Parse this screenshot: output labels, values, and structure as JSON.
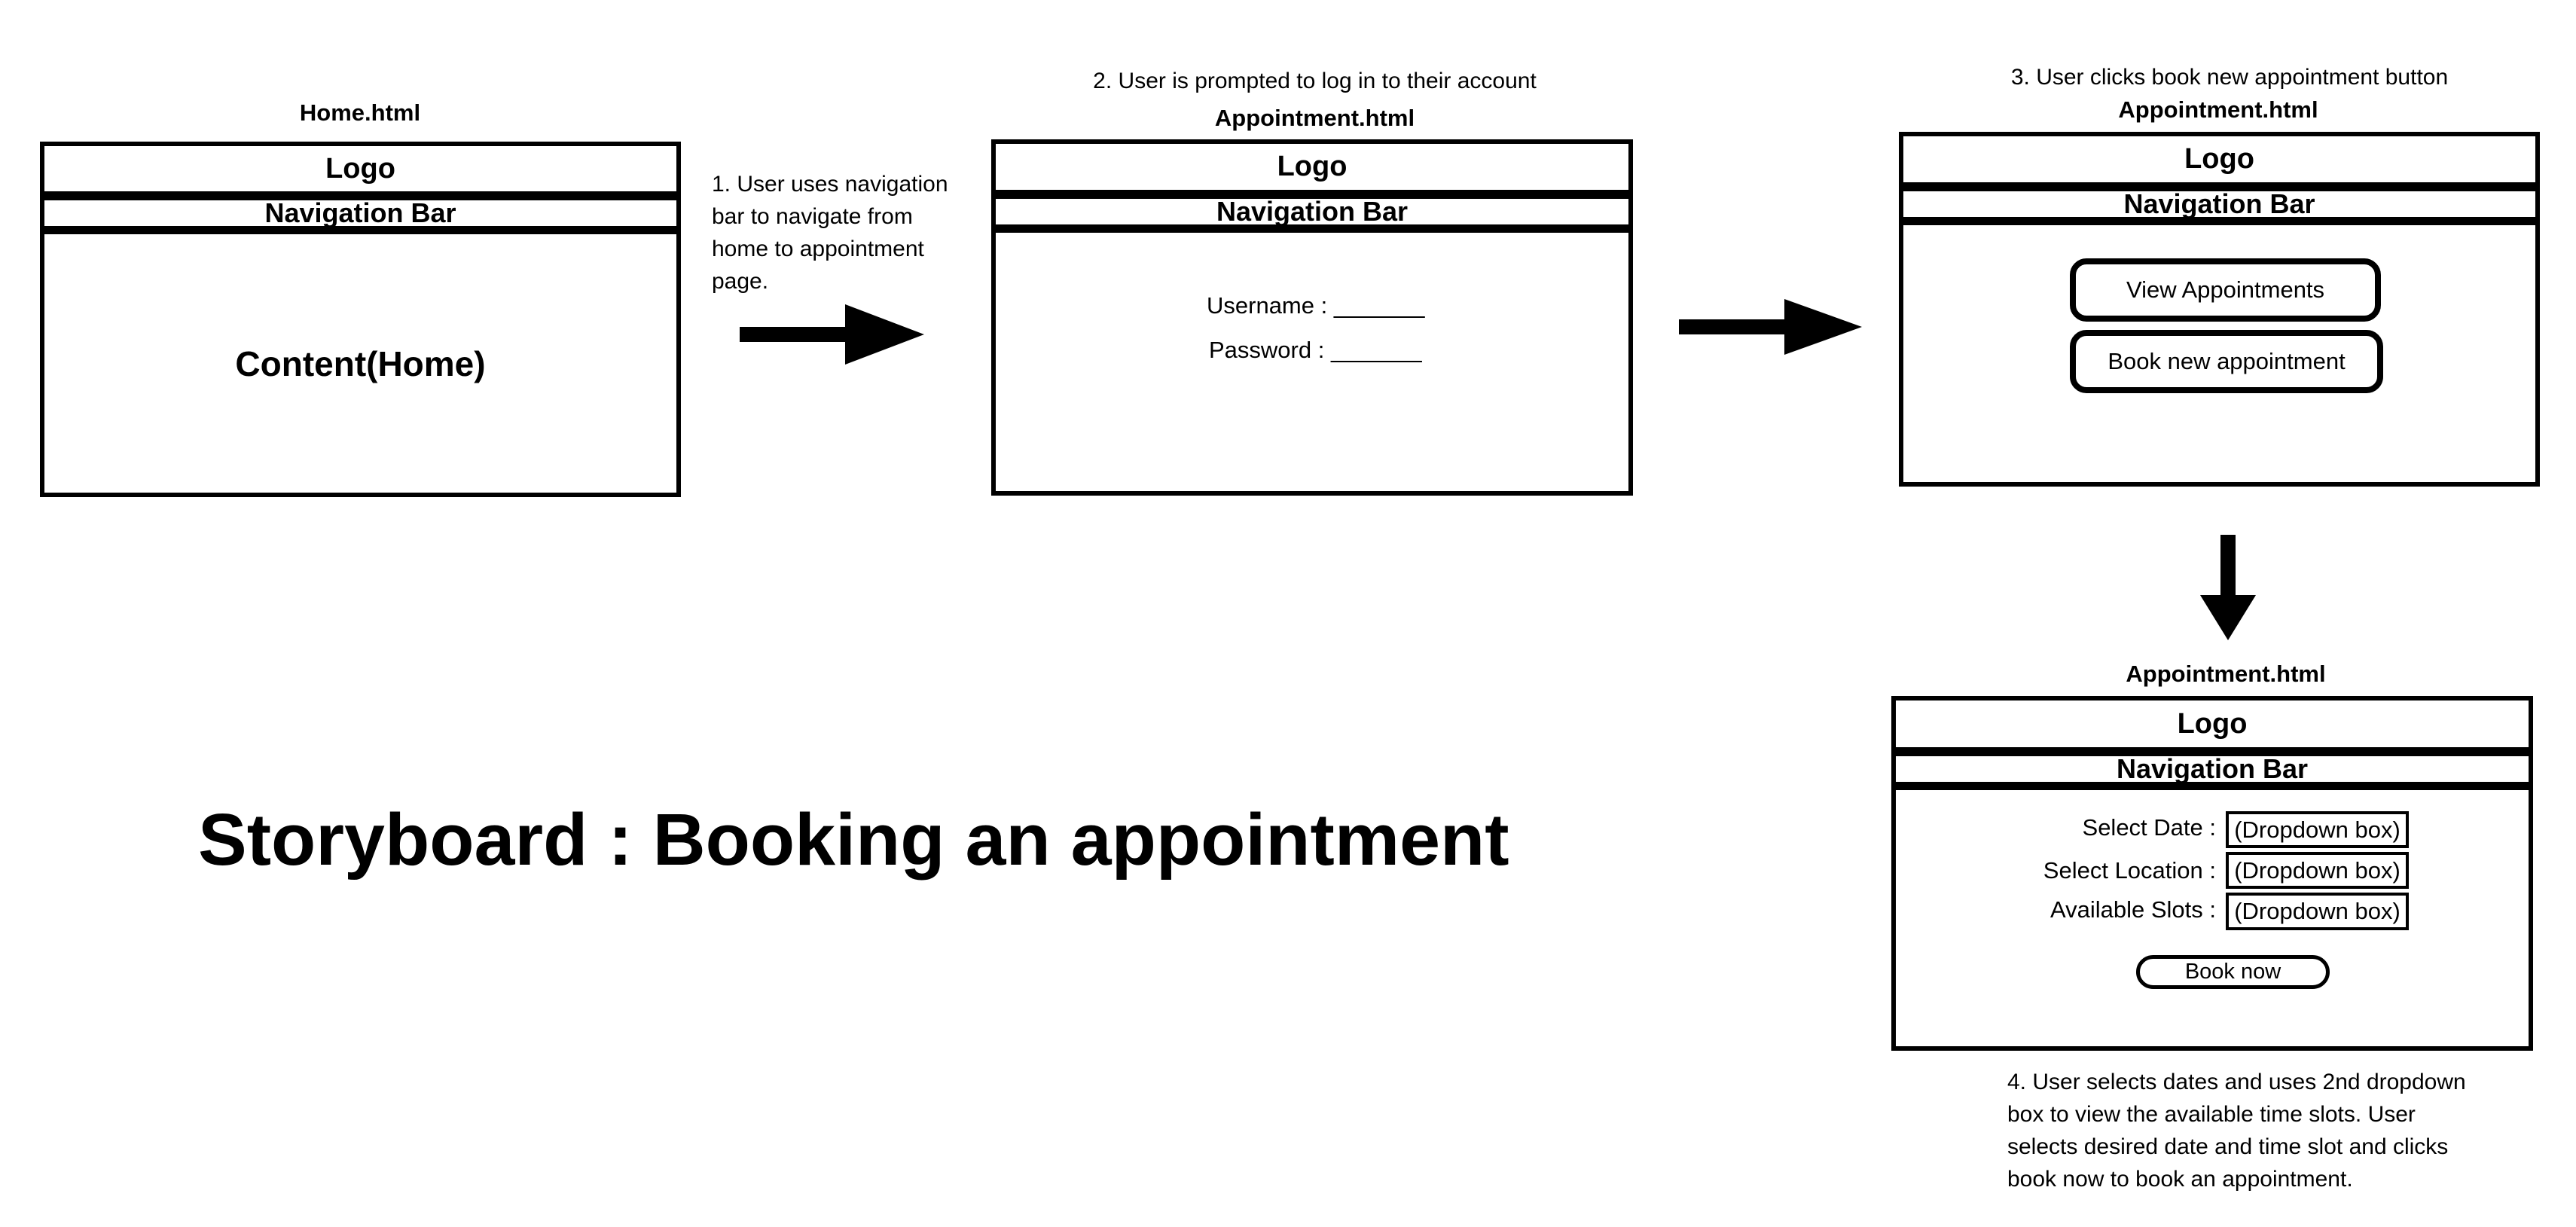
{
  "storyboard_title": "Storyboard : Booking an appointment",
  "panel1": {
    "page_title": "Home.html",
    "logo": "Logo",
    "nav": "Navigation Bar",
    "content": "Content(Home)"
  },
  "step1": {
    "lines": [
      "1. User uses navigation",
      "bar to navigate from",
      "home to appointment",
      "page."
    ]
  },
  "panel2": {
    "step_caption": "2. User is prompted to log in to their account",
    "page_title": "Appointment.html",
    "logo": "Logo",
    "nav": "Navigation Bar",
    "username_label": "Username : _______",
    "password_label": "Password : _______"
  },
  "panel3": {
    "step_caption": "3. User clicks book new appointment button",
    "page_title": "Appointment.html",
    "logo": "Logo",
    "nav": "Navigation Bar",
    "view_button": "View Appointments",
    "book_button": "Book new appointment"
  },
  "panel4": {
    "page_title": "Appointment.html",
    "logo": "Logo",
    "nav": "Navigation Bar",
    "date_label": "Select Date :",
    "location_label": "Select Location :",
    "slots_label": "Available Slots :",
    "dropdown_text": "(Dropdown box)",
    "book_now": "Book now"
  },
  "step4": {
    "lines": [
      "4. User selects dates and uses 2nd dropdown",
      "box to  view the available time slots. User",
      "selects desired date and time slot and clicks",
      "book now to book an appointment."
    ]
  }
}
